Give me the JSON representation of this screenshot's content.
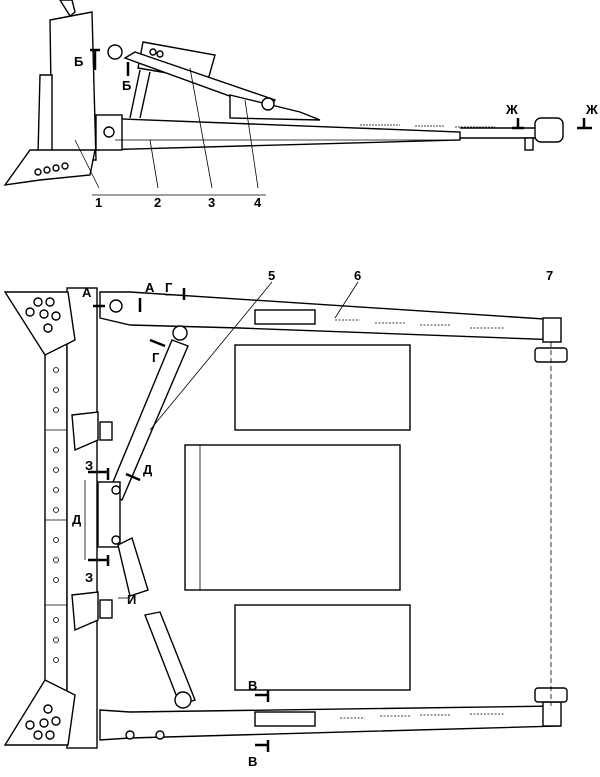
{
  "side_view": {
    "callouts": [
      "1",
      "2",
      "3",
      "4"
    ],
    "section_marks": {
      "b1": "Б",
      "b2": "Б",
      "zh1": "Ж",
      "zh2": "Ж"
    }
  },
  "plan_view": {
    "callouts": [
      "5",
      "6",
      "7"
    ],
    "section_marks": {
      "a1": "А",
      "a2": "А",
      "g1": "Г",
      "g2": "Г",
      "d1": "Д",
      "d2": "Д",
      "z1": "З",
      "z2": "З",
      "i1": "И",
      "v1": "В",
      "v2": "В"
    }
  }
}
